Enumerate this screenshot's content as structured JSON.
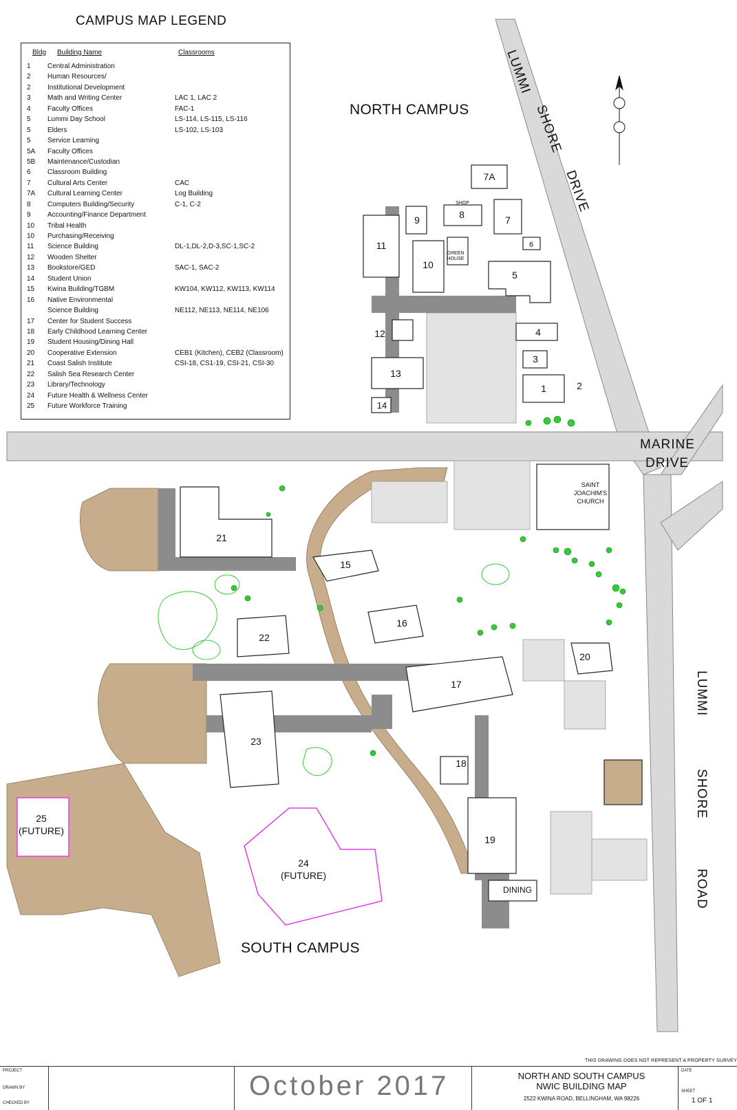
{
  "legend": {
    "title": "CAMPUS MAP LEGEND",
    "headers": {
      "bldg": "Bldg",
      "name": "Building Name",
      "classrooms": "Classrooms"
    },
    "rows": [
      {
        "bldg": "1",
        "name": "Central Administration",
        "classrooms": ""
      },
      {
        "bldg": "2",
        "name": "Human Resources/",
        "classrooms": ""
      },
      {
        "bldg": "2",
        "name": "Institutional Development",
        "classrooms": ""
      },
      {
        "bldg": "3",
        "name": "Math and Writing Center",
        "classrooms": "LAC 1, LAC 2"
      },
      {
        "bldg": "4",
        "name": "Faculty Offices",
        "classrooms": "FAC-1"
      },
      {
        "bldg": "5",
        "name": "Lummi Day School",
        "classrooms": "LS-114, LS-115, LS-116"
      },
      {
        "bldg": "5",
        "name": "Elders",
        "classrooms": "LS-102, LS-103"
      },
      {
        "bldg": "5",
        "name": "Service Learning",
        "classrooms": ""
      },
      {
        "bldg": "5A",
        "name": "Faculty Offices",
        "classrooms": ""
      },
      {
        "bldg": "5B",
        "name": "Maintenance/Custodian",
        "classrooms": ""
      },
      {
        "bldg": "6",
        "name": "Classroom Building",
        "classrooms": ""
      },
      {
        "bldg": "7",
        "name": "Cultural Arts Center",
        "classrooms": "CAC"
      },
      {
        "bldg": "7A",
        "name": "Cultural Learning Center",
        "classrooms": "Log Building"
      },
      {
        "bldg": "8",
        "name": "Computers Building/Security",
        "classrooms": "C-1, C-2"
      },
      {
        "bldg": "9",
        "name": "Accounting/Finance Department",
        "classrooms": ""
      },
      {
        "bldg": "10",
        "name": "Tribal Health",
        "classrooms": ""
      },
      {
        "bldg": "10",
        "name": "Purchasing/Receiving",
        "classrooms": ""
      },
      {
        "bldg": "11",
        "name": "Science Building",
        "classrooms": "DL-1,DL-2,D-3,SC-1,SC-2"
      },
      {
        "bldg": "12",
        "name": "Wooden Shelter",
        "classrooms": ""
      },
      {
        "bldg": "13",
        "name": "Bookstore/GED",
        "classrooms": "SAC-1, SAC-2"
      },
      {
        "bldg": "14",
        "name": "Student Union",
        "classrooms": ""
      },
      {
        "bldg": "15",
        "name": "Kwina Building/TGBM",
        "classrooms": "KW104, KW112, KW113, KW114"
      },
      {
        "bldg": "16",
        "name": "Native Environmental",
        "classrooms": ""
      },
      {
        "bldg": "",
        "name": "Science Building",
        "classrooms": "NE112, NE113, NE114, NE106"
      },
      {
        "bldg": "17",
        "name": "Center for Student Success",
        "classrooms": ""
      },
      {
        "bldg": "18",
        "name": "Early Childhood Learning Center",
        "classrooms": ""
      },
      {
        "bldg": "19",
        "name": "Student Housing/Dining Hall",
        "classrooms": ""
      },
      {
        "bldg": "20",
        "name": "Cooperative Extension",
        "classrooms": "CEB1 (Kitchen), CEB2 (Classroom)"
      },
      {
        "bldg": "21",
        "name": "Coast Salish Institute",
        "classrooms": "CSI-18, CS1-19, CSI-21, CSI-30"
      },
      {
        "bldg": "22",
        "name": "Salish Sea Research Center",
        "classrooms": ""
      },
      {
        "bldg": "23",
        "name": "Library/Technology",
        "classrooms": ""
      },
      {
        "bldg": "24",
        "name": "Future Health & Wellness Center",
        "classrooms": ""
      },
      {
        "bldg": "25",
        "name": "Future Workforce Training",
        "classrooms": ""
      }
    ]
  },
  "campus_labels": {
    "north": "NORTH CAMPUS",
    "south": "SOUTH CAMPUS"
  },
  "roads": {
    "lummi_shore_drive": [
      "LUMMI",
      "SHORE",
      "DRIVE"
    ],
    "marine_drive": [
      "MARINE",
      "DRIVE"
    ],
    "lummi_shore_road": [
      "LUMMI",
      "SHORE",
      "ROAD"
    ]
  },
  "buildings": {
    "b1": "1",
    "b2": "2",
    "b3": "3",
    "b4": "4",
    "b5": "5",
    "b6": "6",
    "b7": "7",
    "b7a": "7A",
    "b8": "8",
    "b9": "9",
    "b10": "10",
    "b11": "11",
    "b12": "12",
    "b13": "13",
    "b14": "14",
    "b15": "15",
    "b16": "16",
    "b17": "17",
    "b18": "18",
    "b19": "19",
    "b20": "20",
    "b21": "21",
    "b22": "22",
    "b23": "23",
    "b24": "24",
    "b24_future": "(FUTURE)",
    "b25": "25",
    "b25_future": "(FUTURE)",
    "shop": "SHOP",
    "green": "GREEN",
    "house": "HOUSE",
    "dining": "DINING",
    "church1": "SAINT",
    "church2": "JOACHIM'S",
    "church3": "CHURCH"
  },
  "title_block": {
    "project": "PROJECT",
    "drawn_by": "DRAWN BY",
    "checked_by": "CHECKED BY",
    "date_text": "October 2017",
    "title_line1": "NORTH AND SOUTH CAMPUS",
    "title_line2": "NWIC BUILDING MAP",
    "address": "2522 KWINA ROAD, BELLINGHAM, WA 98226",
    "date_label": "DATE",
    "sheet_label": "SHEET",
    "sheet_value": "1  OF  1",
    "disclaimer": "THIS DRAWING DOES NOT REPRESENT A PROPERTY SURVEY"
  },
  "colors": {
    "building_fill": "#808080",
    "pavement": "#d9d9d9",
    "path": "#c8ad8c",
    "trees": "#33cc33",
    "future": "#e040e0"
  }
}
